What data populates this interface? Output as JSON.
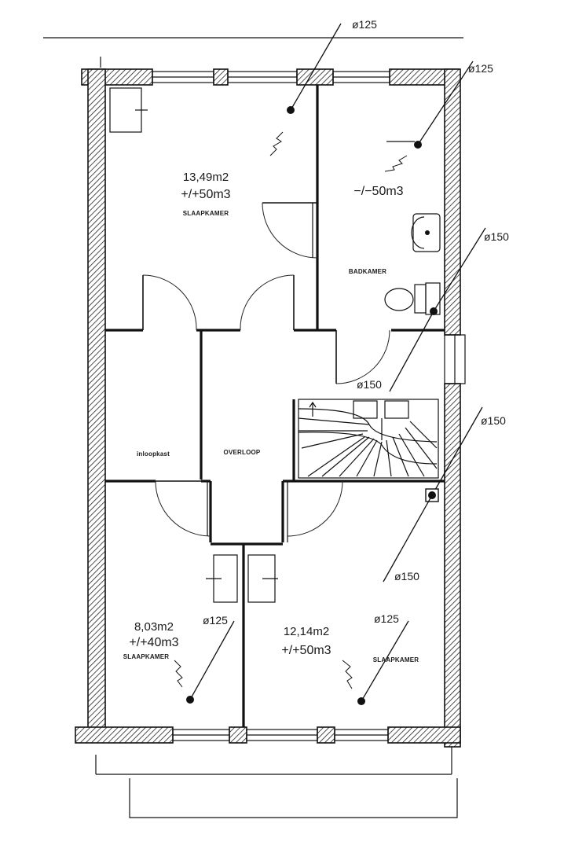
{
  "rooms": {
    "slaapkamer_1": {
      "area": "13,49m2",
      "volume": "+/+50m3",
      "name": "SLAAPKAMER"
    },
    "badkamer": {
      "volume": "−/−50m3",
      "name": "BADKAMER"
    },
    "inloopkast": {
      "name": "inloopkast"
    },
    "overloop": {
      "name": "OVERLOOP"
    },
    "slaapkamer_2": {
      "area": "8,03m2",
      "volume": "+/+40m3",
      "name": "SLAAPKAMER"
    },
    "slaapkamer_3": {
      "area": "12,14m2",
      "volume": "+/+50m3",
      "name": "SLAAPKAMER"
    }
  },
  "vents": {
    "top_center": "ø125",
    "top_right": "ø125",
    "right_upper": "ø150",
    "center_stair": "ø150",
    "right_middle": "ø150",
    "right_lower": "ø150",
    "bottom_left": "ø125",
    "bottom_right": "ø125"
  }
}
